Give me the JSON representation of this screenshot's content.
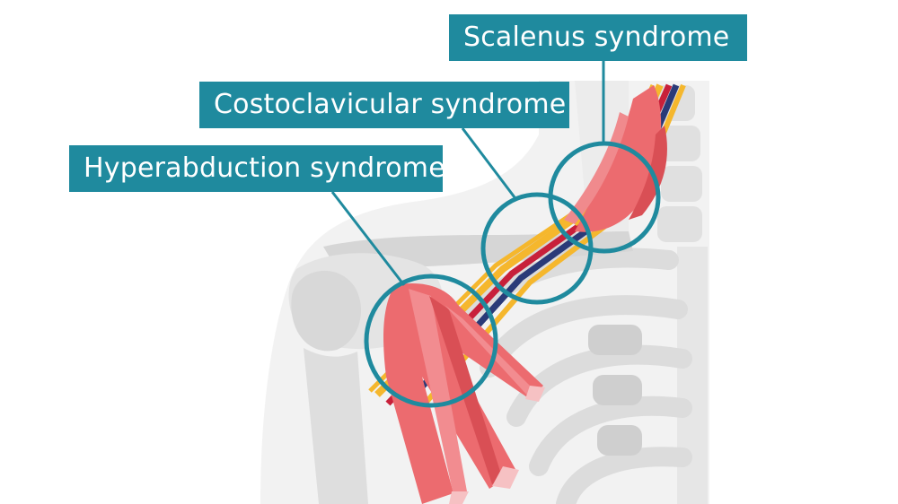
{
  "labels": {
    "scalenus": "Scalenus syndrome",
    "costoclavicular": "Costoclavicular syndrome",
    "hyperabduction": "Hyperabduction syndrome"
  },
  "colors": {
    "label_bg": "#1f8a9e",
    "label_text": "#ffffff",
    "ring": "#1f8a9e",
    "muscle": "#ec6b6f",
    "muscle_dark": "#d94f55",
    "nerve": "#f5b72d",
    "artery": "#c8203a",
    "vein": "#2a3a78",
    "bone": "#e3e3e3",
    "body": "#f2f2f2"
  }
}
